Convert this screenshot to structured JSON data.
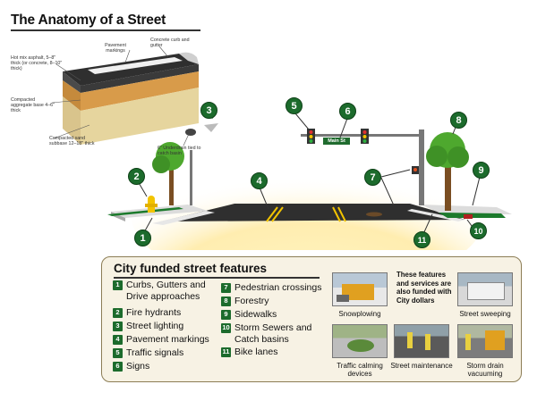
{
  "title": "The Anatomy of a Street",
  "cross_section": {
    "curb_label": "Concrete curb and gutter",
    "markings_label": "Pavement markings",
    "asphalt_label": "Hot mix asphalt, 5–8\" thick (or concrete, 8–10\" thick)",
    "base_label": "Compacted aggregate base 4–6\" thick",
    "subbase_label": "Compacted sand subbase 12–18\" thick",
    "underdrain_label": "6\" Underdrain tied to catch basin"
  },
  "street_sign": "Main St",
  "badges": [
    "1",
    "2",
    "3",
    "4",
    "5",
    "6",
    "7",
    "8",
    "9",
    "10",
    "11"
  ],
  "panel": {
    "title": "City funded street features",
    "features_left": [
      {
        "num": "1",
        "label": "Curbs, Gutters and Drive approaches"
      },
      {
        "num": "2",
        "label": "Fire hydrants"
      },
      {
        "num": "3",
        "label": "Street lighting"
      },
      {
        "num": "4",
        "label": "Pavement markings"
      },
      {
        "num": "5",
        "label": "Traffic signals"
      },
      {
        "num": "6",
        "label": "Signs"
      }
    ],
    "features_right": [
      {
        "num": "7",
        "label": "Pedestrian crossings"
      },
      {
        "num": "8",
        "label": "Forestry"
      },
      {
        "num": "9",
        "label": "Sidewalks"
      },
      {
        "num": "10",
        "label": "Storm Sewers and Catch basins"
      },
      {
        "num": "11",
        "label": "Bike lanes"
      }
    ],
    "funded_note": "These features and services are also funded with City dollars",
    "photos": [
      {
        "caption": "Snowplowing"
      },
      {
        "caption": "Street sweeping"
      },
      {
        "caption": "Traffic calming devices"
      },
      {
        "caption": "Street maintenance"
      },
      {
        "caption": "Storm drain vacuuming"
      }
    ]
  }
}
